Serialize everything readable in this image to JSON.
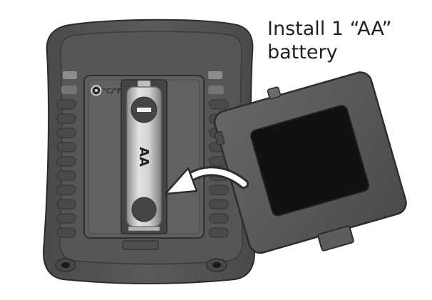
{
  "instruction": {
    "line1": "Install 1 “AA”",
    "line2": "battery"
  },
  "device": {
    "switch_label": "°C/°F",
    "battery_label": "AA",
    "battery_negative_symbol": "−"
  },
  "colors": {
    "body": "#545456",
    "body_edge": "#2e2e30",
    "compartment": "#5e5e60",
    "battery_metal": "#c9cacc",
    "cover": "#59595b",
    "cover_window": "#111111",
    "arrow": "#ffffff",
    "text": "#231f20"
  },
  "icons": {
    "switch": "toggle-switch-icon",
    "arrow": "curved-arrow-icon",
    "screw_hole": "screw-hole-icon"
  }
}
